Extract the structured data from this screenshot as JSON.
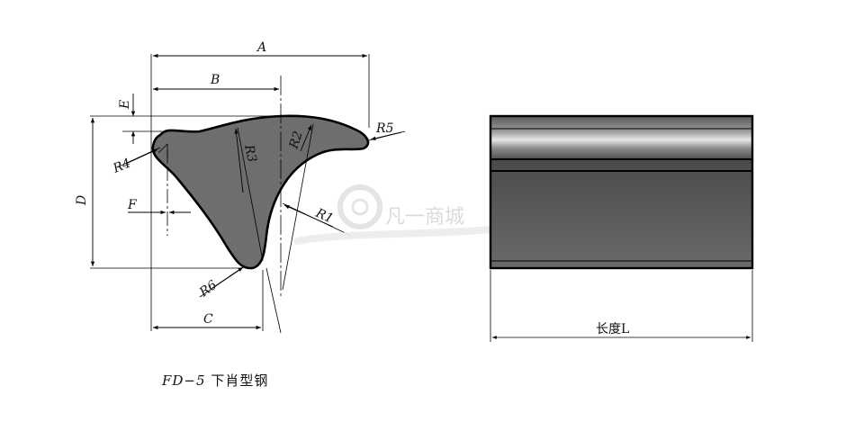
{
  "title": {
    "code": "FD−5",
    "name": "下肖型钢"
  },
  "dimensions": {
    "A": "A",
    "B": "B",
    "C": "C",
    "D": "D",
    "E": "E",
    "F": "F",
    "R1": "R1",
    "R2": "R2",
    "R3": "R3",
    "R4": "R4",
    "R5": "R5",
    "R6": "R6",
    "length": "长度L"
  },
  "watermark": "凡一商城",
  "colors": {
    "section_fill": "#6e6e6e",
    "outline": "#000000"
  }
}
